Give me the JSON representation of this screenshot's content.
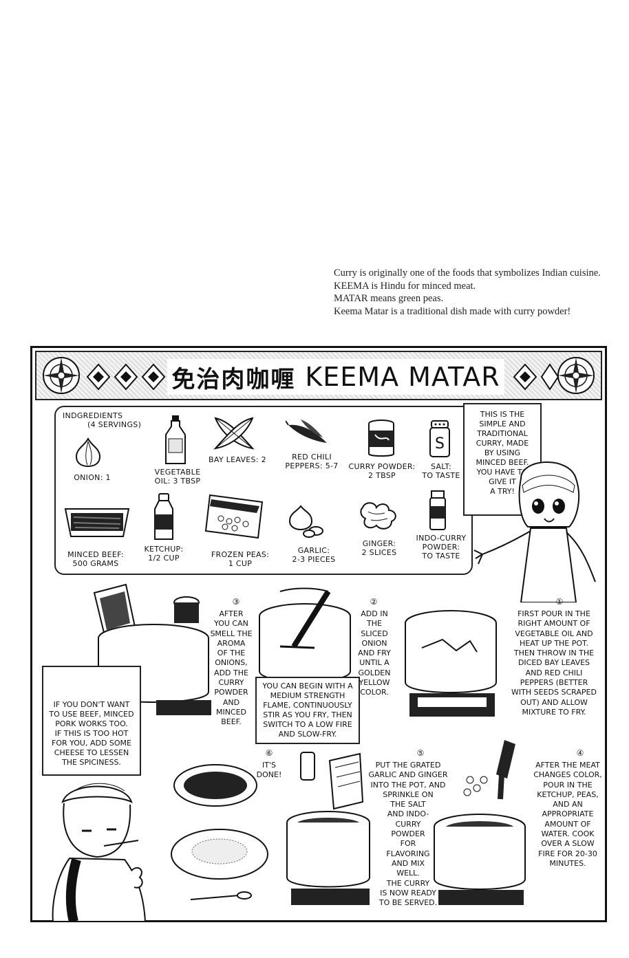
{
  "intro": {
    "line1": "Curry is originally one of the foods that symbolizes Indian cuisine.",
    "line2": "KEEMA is Hindu for minced meat.",
    "line3": "MATAR means green peas.",
    "line4": "Keema Matar is a traditional dish made with curry powder!"
  },
  "title": {
    "cjk": "免治肉咖喱",
    "en": "KEEMA MATAR"
  },
  "ingredients": {
    "header": "INDGREDIENTS",
    "servings": "(4 SERVINGS)",
    "onion": "ONION: 1",
    "oil_1": "VEGETABLE",
    "oil_2": "OIL: 3 TBSP",
    "bay": "BAY LEAVES: 2",
    "chili_1": "RED CHILI",
    "chili_2": "PEPPERS: 5-7",
    "curry_1": "CURRY POWDER:",
    "curry_2": "2 TBSP",
    "salt_1": "SALT:",
    "salt_2": "TO TASTE",
    "beef_1": "MINCED BEEF:",
    "beef_2": "500 GRAMS",
    "ketchup_1": "KETCHUP:",
    "ketchup_2": "1/2 CUP",
    "peas_1": "FROZEN PEAS:",
    "peas_2": "1 CUP",
    "garlic_1": "GARLIC:",
    "garlic_2": "2-3 PIECES",
    "ginger_1": "GINGER:",
    "ginger_2": "2 SLICES",
    "indo_1": "INDO-CURRY",
    "indo_2": "POWDER:",
    "indo_3": "TO TASTE"
  },
  "bubbles": {
    "intro_girl": [
      "THIS IS THE",
      "SIMPLE AND",
      "TRADITIONAL",
      "CURRY, MADE",
      "BY USING",
      "MINCED BEEF.",
      "YOU HAVE TO",
      "GIVE IT",
      "A TRY!"
    ],
    "pork_tip": [
      "IF YOU DON'T WANT",
      "TO USE BEEF, MINCED",
      "PORK WORKS TOO.",
      "IF THIS IS TOO HOT",
      "FOR YOU, ADD SOME",
      "CHEESE TO LESSEN",
      "THE SPICINESS."
    ],
    "flame_tip": [
      "YOU CAN BEGIN WITH A",
      "MEDIUM STRENGTH",
      "FLAME, CONTINUOUSLY",
      "STIR AS YOU FRY, THEN",
      "SWITCH TO A LOW FIRE",
      "AND SLOW-FRY."
    ]
  },
  "steps": {
    "s1_num": "①",
    "s1": [
      "FIRST POUR IN THE",
      "RIGHT AMOUNT OF",
      "VEGETABLE OIL AND",
      "HEAT UP THE POT.",
      "THEN THROW IN THE",
      "DICED BAY LEAVES",
      "AND RED CHILI",
      "PEPPERS (BETTER",
      "WITH SEEDS SCRAPED",
      "OUT) AND ALLOW",
      "MIXTURE TO FRY."
    ],
    "s2_num": "②",
    "s2": [
      "ADD IN",
      "THE",
      "SLICED",
      "ONION",
      "AND FRY",
      "UNTIL A",
      "GOLDEN",
      "YELLOW",
      "COLOR."
    ],
    "s3_num": "③",
    "s3": [
      "AFTER",
      "YOU CAN",
      "SMELL THE",
      "AROMA",
      "OF THE",
      "ONIONS,",
      "ADD THE",
      "CURRY",
      "POWDER",
      "AND",
      "MINCED",
      "BEEF."
    ],
    "s4_num": "④",
    "s4": [
      "AFTER THE MEAT",
      "CHANGES COLOR,",
      "POUR IN THE",
      "KETCHUP, PEAS,",
      "AND AN",
      "APPROPRIATE",
      "AMOUNT OF",
      "WATER.  COOK",
      "OVER A SLOW",
      "FIRE FOR 20-30",
      "MINUTES."
    ],
    "s5_num": "⑤",
    "s5": [
      "PUT THE GRATED",
      "GARLIC AND GINGER",
      "INTO THE POT, AND",
      "SPRINKLE ON",
      "THE SALT",
      "AND INDO-",
      "CURRY",
      "POWDER",
      "FOR",
      "FLAVORING",
      "AND MIX",
      "WELL.",
      "THE CURRY",
      "IS NOW READY",
      "TO BE SERVED."
    ],
    "s6_num": "⑥",
    "s6": [
      "IT'S",
      "DONE!"
    ]
  },
  "colors": {
    "ink": "#111111",
    "paper": "#ffffff",
    "screen": "#d8d8d8"
  }
}
